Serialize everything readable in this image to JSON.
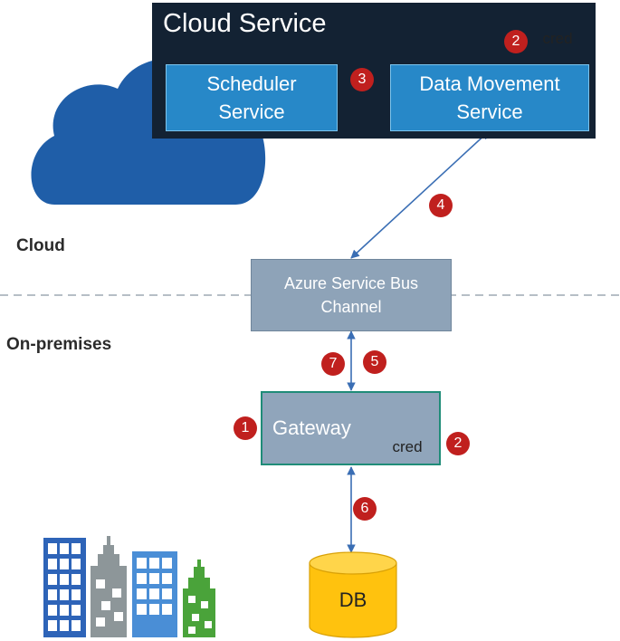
{
  "cloud_service": {
    "title": "Cloud Service",
    "scheduler": [
      "Scheduler",
      "Service"
    ],
    "data_movement": [
      "Data Movement",
      "Service"
    ],
    "cred": "cred"
  },
  "zones": {
    "cloud": "Cloud",
    "on_premises": "On-premises"
  },
  "service_bus": {
    "line1": "Azure Service Bus",
    "line2": "Channel"
  },
  "gateway": {
    "label": "Gateway",
    "cred": "cred"
  },
  "db": {
    "label": "DB"
  },
  "steps": {
    "gateway_step": "1",
    "cred_cloud_step": "2",
    "cred_gateway_step": "2",
    "scheduler_dms_step": "3",
    "dms_bus_step": "4",
    "bus_gateway_step_a": "7",
    "bus_gateway_step_b": "5",
    "gateway_db_step": "6"
  },
  "colors": {
    "cloud": "#1f5ea8",
    "panel": "#132233",
    "service_box": "#2788c8",
    "bus_box": "#8ea3b8",
    "gateway_border": "#1f8c78",
    "badge": "#c0201e",
    "arrow": "#3a6eb4",
    "db": "#ffc20e"
  },
  "icons": {
    "connector": "double-headed-arrow",
    "storage": "cylinder",
    "buildings": "building-illustration"
  }
}
